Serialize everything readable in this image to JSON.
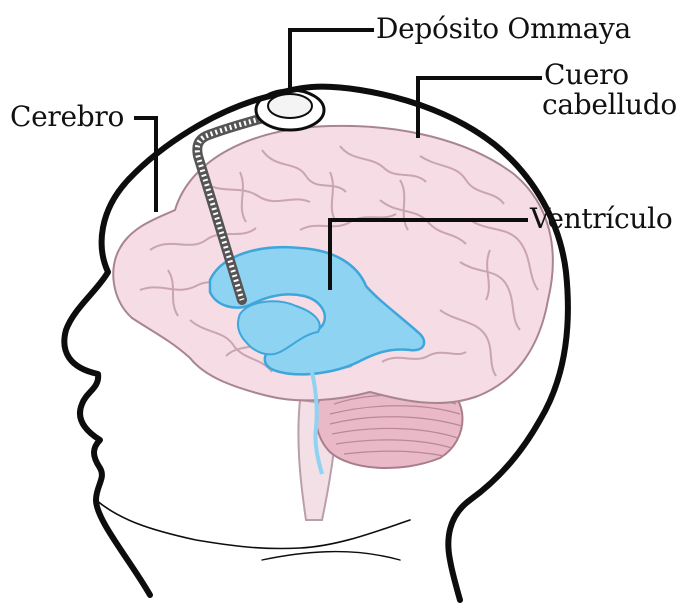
{
  "labels": {
    "reservoir": "Depósito Ommaya",
    "scalp_line1": "Cuero",
    "scalp_line2": "cabelludo",
    "brain": "Cerebro",
    "ventricle": "Ventrículo"
  },
  "colors": {
    "outline": "#0d0d0d",
    "brain_fill": "#f6dce4",
    "brain_fold": "#c9a5b1",
    "ventricle_fill": "#8fd3f2",
    "ventricle_stroke": "#3da6db",
    "cerebellum": "#e9b9c8",
    "brainstem": "#f3e0e6",
    "catheter": "#555555"
  }
}
